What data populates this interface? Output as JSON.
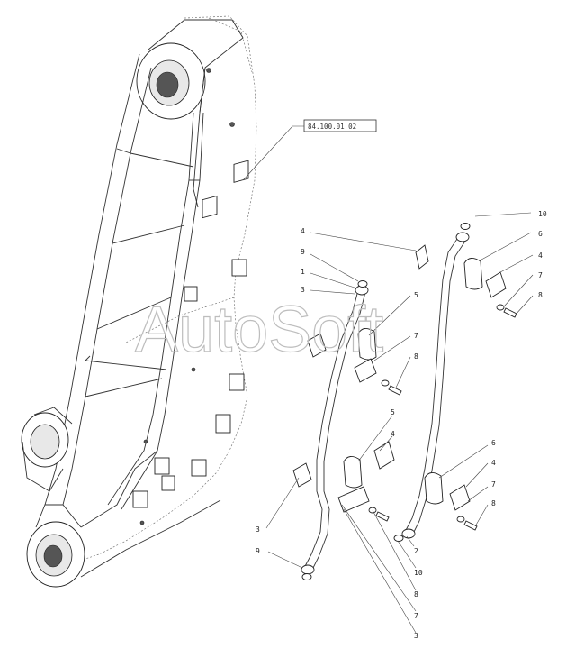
{
  "drawing": {
    "reference_label": "84.100.01 02",
    "watermark": "AutoSoft"
  },
  "callouts": [
    {
      "id": "c10a",
      "text": "10"
    },
    {
      "id": "c4a",
      "text": "4"
    },
    {
      "id": "c9a",
      "text": "9"
    },
    {
      "id": "c1",
      "text": "1"
    },
    {
      "id": "c3a",
      "text": "3"
    },
    {
      "id": "c5a",
      "text": "5"
    },
    {
      "id": "c7a",
      "text": "7"
    },
    {
      "id": "c8a",
      "text": "8"
    },
    {
      "id": "c6a",
      "text": "6"
    },
    {
      "id": "c4b",
      "text": "4"
    },
    {
      "id": "c7b",
      "text": "7"
    },
    {
      "id": "c8b",
      "text": "8"
    },
    {
      "id": "c5b",
      "text": "5"
    },
    {
      "id": "c4c",
      "text": "4"
    },
    {
      "id": "c6b",
      "text": "6"
    },
    {
      "id": "c4d",
      "text": "4"
    },
    {
      "id": "c7c",
      "text": "7"
    },
    {
      "id": "c8c",
      "text": "8"
    },
    {
      "id": "c3b",
      "text": "3"
    },
    {
      "id": "c9b",
      "text": "9"
    },
    {
      "id": "c2",
      "text": "2"
    },
    {
      "id": "c10b",
      "text": "10"
    },
    {
      "id": "c8d",
      "text": "8"
    },
    {
      "id": "c7d",
      "text": "7"
    },
    {
      "id": "c3c",
      "text": "3"
    }
  ]
}
